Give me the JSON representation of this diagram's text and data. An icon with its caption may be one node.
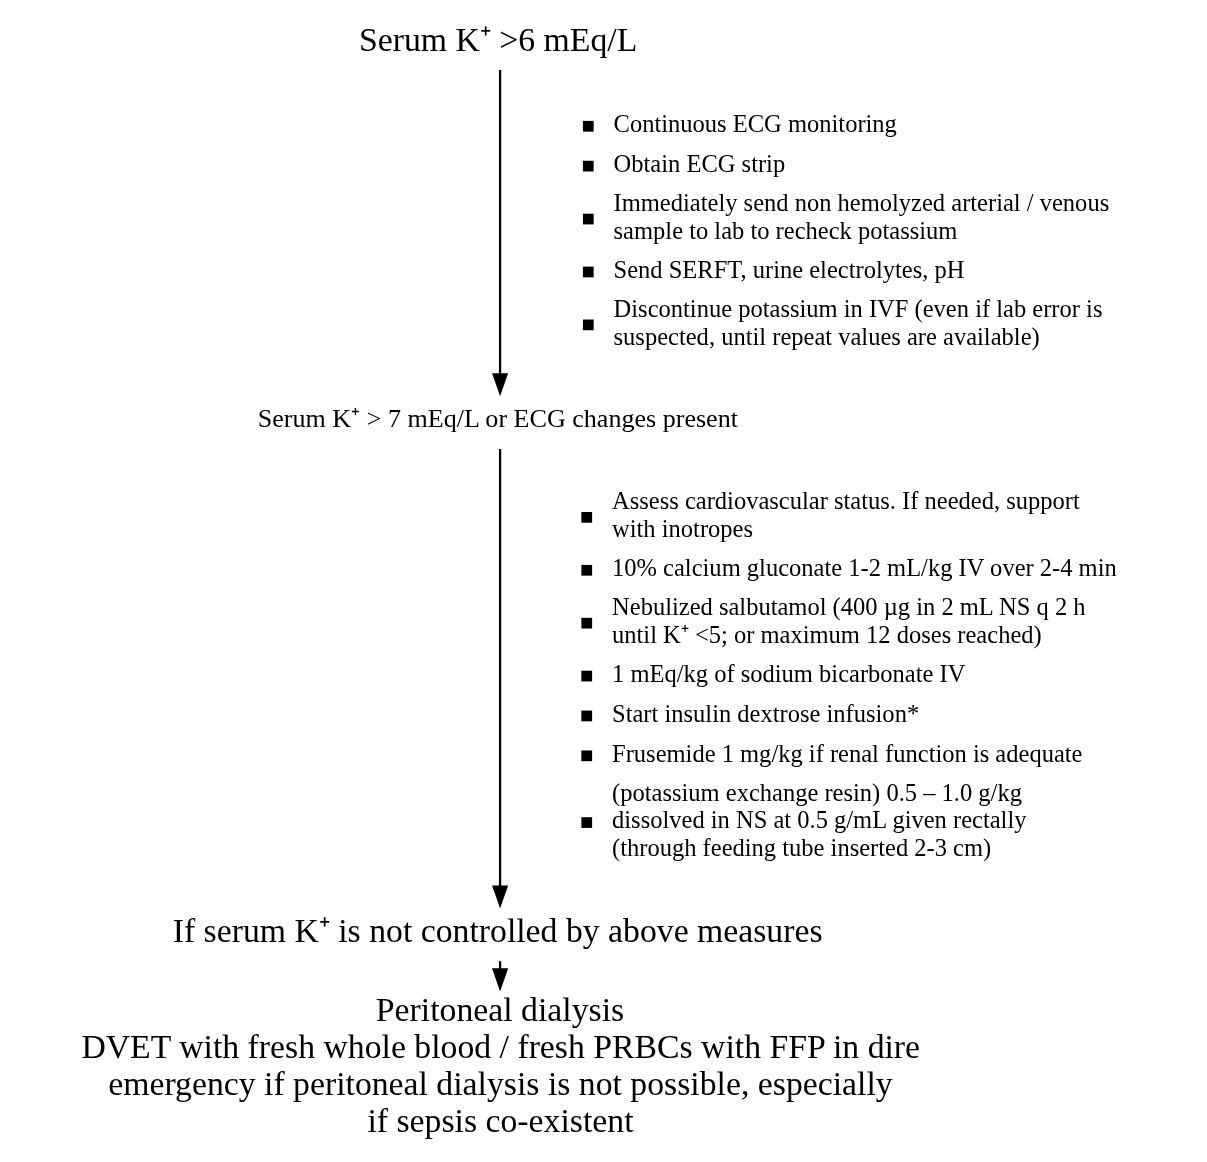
{
  "diagram": {
    "nodes": [
      {
        "text": [
          "Serum K⁺ >6 mEq/L"
        ]
      },
      {
        "text": [
          "Serum K⁺ > 7 mEq/L or ECG changes present"
        ]
      },
      {
        "text": [
          "If serum K⁺ is not controlled by above measures"
        ]
      },
      {
        "text": [
          "Peritoneal dialysis",
          "DVET with fresh whole blood / fresh PRBCs with FFP in dire emergency if peritoneal dialysis is not possible, especially if sepsis co-existent"
        ]
      }
    ],
    "edges": [
      {
        "from": 0,
        "to": 1,
        "arrow": "to"
      },
      {
        "from": 1,
        "to": 2,
        "arrow": "to"
      },
      {
        "from": 2,
        "to": 3,
        "arrow": "to"
      }
    ],
    "labels": [
      "Continuous ECG monitoring",
      "Obtain ECG strip",
      "Immediately send non hemolyzed arterial / venous sample to lab to recheck potassium",
      "Send SERFT, urine electrolytes, pH",
      "Discontinue potassium in IVF (even if lab error is suspected, until repeat values are available)",
      "Assess cardiovascular status. If needed, support with inotropes",
      "10% calcium gluconate 1-2 mL/kg IV over 2-4 min",
      "Nebulized salbutamol (400 µg in 2 mL NS q 2 h until K⁺ <5; or maximum 12 doses reached)",
      "1 mEq/kg of sodium bicarbonate IV",
      "Start insulin dextrose infusion*",
      "Frusemide 1 mg/kg if renal function is adequate",
      "(potassium exchange resin) 0.5 – 1.0 g/kg dissolved in NS at 0.5 g/mL given rectally (through feeding tube inserted 2-3 cm)"
    ]
  }
}
